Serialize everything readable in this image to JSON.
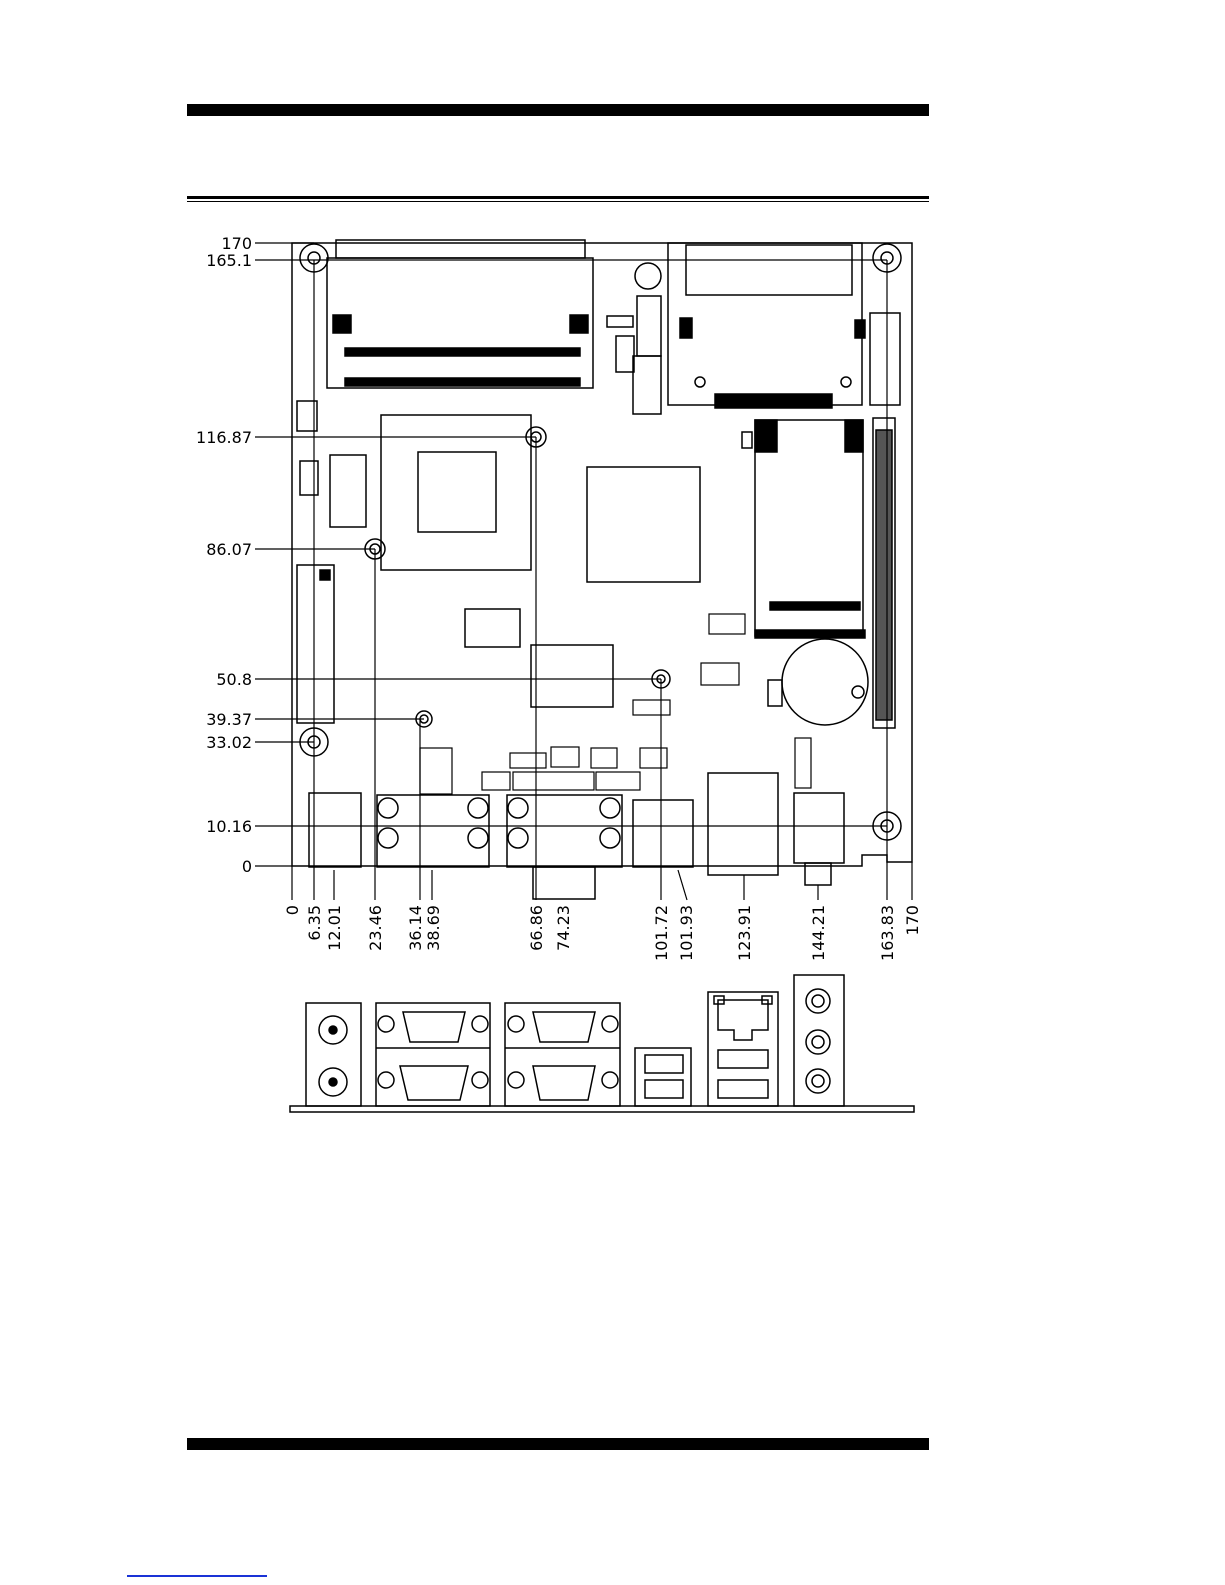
{
  "document": {
    "header_rules": [
      "thick",
      "double"
    ],
    "footer_rule": "thick"
  },
  "dimensions": {
    "left_scale": [
      "170",
      "165.1",
      "116.87",
      "86.07",
      "50.8",
      "39.37",
      "33.02",
      "10.16",
      "0"
    ],
    "bottom_scale": [
      "0",
      "6.35",
      "12.01",
      "23.46",
      "36.14",
      "38.69",
      "66.86",
      "74.23",
      "101.72",
      "101.93",
      "123.91",
      "144.21",
      "163.83",
      "170"
    ]
  },
  "io_panel": {
    "ports": [
      "ps2-mouse-port",
      "ps2-keyboard-port",
      "serial-port-1",
      "vga-port",
      "serial-port-2",
      "serial-port-3",
      "usb-ports",
      "rj45-lan-port",
      "usb-ports-lan",
      "audio-jacks"
    ]
  },
  "colors": {
    "ink": "#000000",
    "paper": "#ffffff",
    "link": "#1a33d6"
  }
}
